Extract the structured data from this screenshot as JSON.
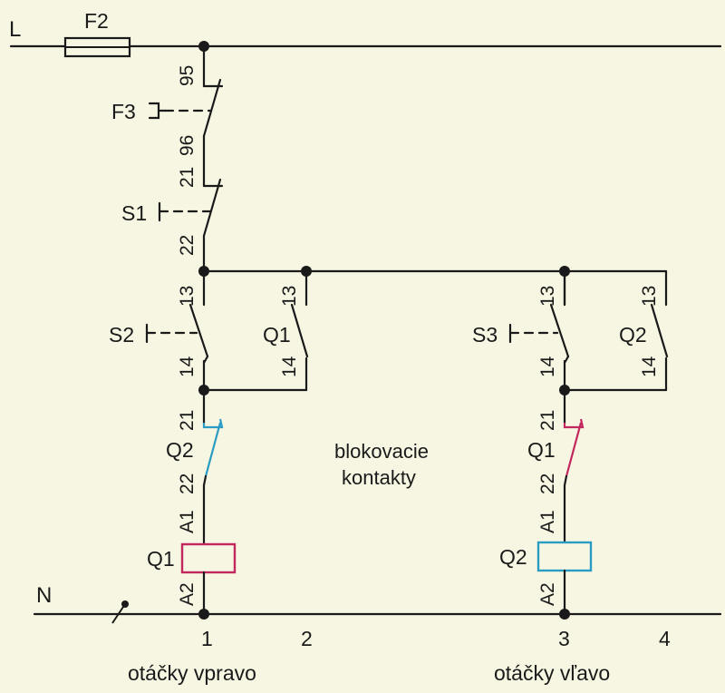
{
  "rails": {
    "line": "L",
    "neutral": "N"
  },
  "fuse": {
    "label": "F2"
  },
  "overload_relay": {
    "label": "F3",
    "terminal_top": "95",
    "terminal_bottom": "96"
  },
  "stop_button": {
    "label": "S1",
    "terminal_top": "21",
    "terminal_bottom": "22"
  },
  "start_right_button": {
    "label": "S2",
    "terminal_top": "13",
    "terminal_bottom": "14"
  },
  "hold_contact_q1": {
    "label": "Q1",
    "terminal_top": "13",
    "terminal_bottom": "14"
  },
  "start_left_button": {
    "label": "S3",
    "terminal_top": "13",
    "terminal_bottom": "14"
  },
  "hold_contact_q2": {
    "label": "Q2",
    "terminal_top": "13",
    "terminal_bottom": "14"
  },
  "interlock_q2": {
    "label": "Q2",
    "terminal_top": "21",
    "terminal_bottom": "22",
    "color": "#2a9bc3"
  },
  "interlock_q1": {
    "label": "Q1",
    "terminal_top": "21",
    "terminal_bottom": "22",
    "color": "#c2285e"
  },
  "coil_q1": {
    "label": "Q1",
    "terminal_top": "A1",
    "terminal_bottom": "A2",
    "color": "#c2285e"
  },
  "coil_q2": {
    "label": "Q2",
    "terminal_top": "A1",
    "terminal_bottom": "A2",
    "color": "#2a9bc3"
  },
  "annotation": {
    "line1": "blokovacie",
    "line2": "kontakty"
  },
  "columns": [
    "1",
    "2",
    "3",
    "4"
  ],
  "captions": {
    "right": "otáčky vpravo",
    "left": "otáčky vľavo"
  }
}
